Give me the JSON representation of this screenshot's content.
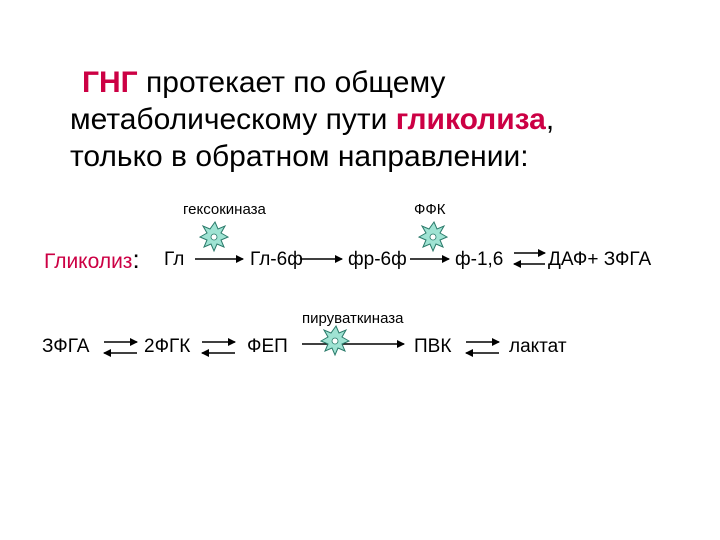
{
  "heading": {
    "line1_accent": "ГНГ",
    "line1_rest": " протекает по общему",
    "line2_pre": "метаболическому пути ",
    "line2_accent": "гликолиза",
    "line2_post": ",",
    "line3": "только в обратном направлении:"
  },
  "enzymes": {
    "hexokinase": "гексокиназа",
    "pfk": "ФФК",
    "pyruvate_kinase": "пируваткиназа"
  },
  "glycolysis_label": "Гликолиз",
  "glycolysis_colon": ":",
  "row1": [
    "Гл",
    "Гл-6ф",
    "фр-6ф",
    "ф-1,6",
    "ДАФ+ ЗФГА"
  ],
  "row2": [
    "ЗФГА",
    "2ФГК",
    "ФЕП",
    "ПВК",
    "лактат"
  ],
  "colors": {
    "accent": "#cc0044",
    "enzyme_fill": "#9fe3d3",
    "enzyme_stroke": "#2a7a6a",
    "text": "#000000"
  }
}
